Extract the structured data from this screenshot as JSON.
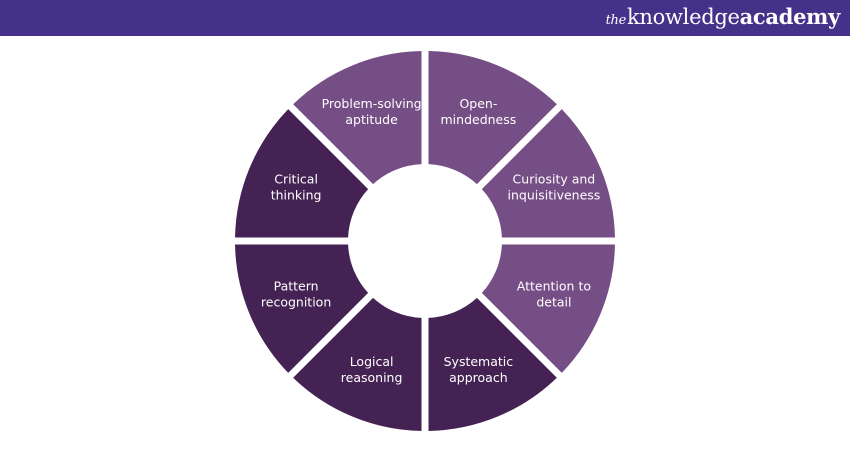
{
  "header": {
    "logo_prefix": "the",
    "logo_main": "knowledge",
    "logo_suffix": "academy",
    "background_color": "#44318a"
  },
  "diagram": {
    "type": "segmented-ring",
    "colors": {
      "upper_segments": "#764e86",
      "lower_segments": "#452254"
    },
    "segments": [
      {
        "lines": [
          "Open-",
          "mindedness"
        ],
        "tone": "upper"
      },
      {
        "lines": [
          "Curiosity and",
          "inquisitiveness"
        ],
        "tone": "upper"
      },
      {
        "lines": [
          "Attention to",
          "detail"
        ],
        "tone": "upper"
      },
      {
        "lines": [
          "Systematic",
          "approach"
        ],
        "tone": "lower"
      },
      {
        "lines": [
          "Logical",
          "reasoning"
        ],
        "tone": "lower"
      },
      {
        "lines": [
          "Pattern",
          "recognition"
        ],
        "tone": "lower"
      },
      {
        "lines": [
          "Critical",
          "thinking"
        ],
        "tone": "lower"
      },
      {
        "lines": [
          "Problem-solving",
          "aptitude"
        ],
        "tone": "upper"
      }
    ]
  }
}
